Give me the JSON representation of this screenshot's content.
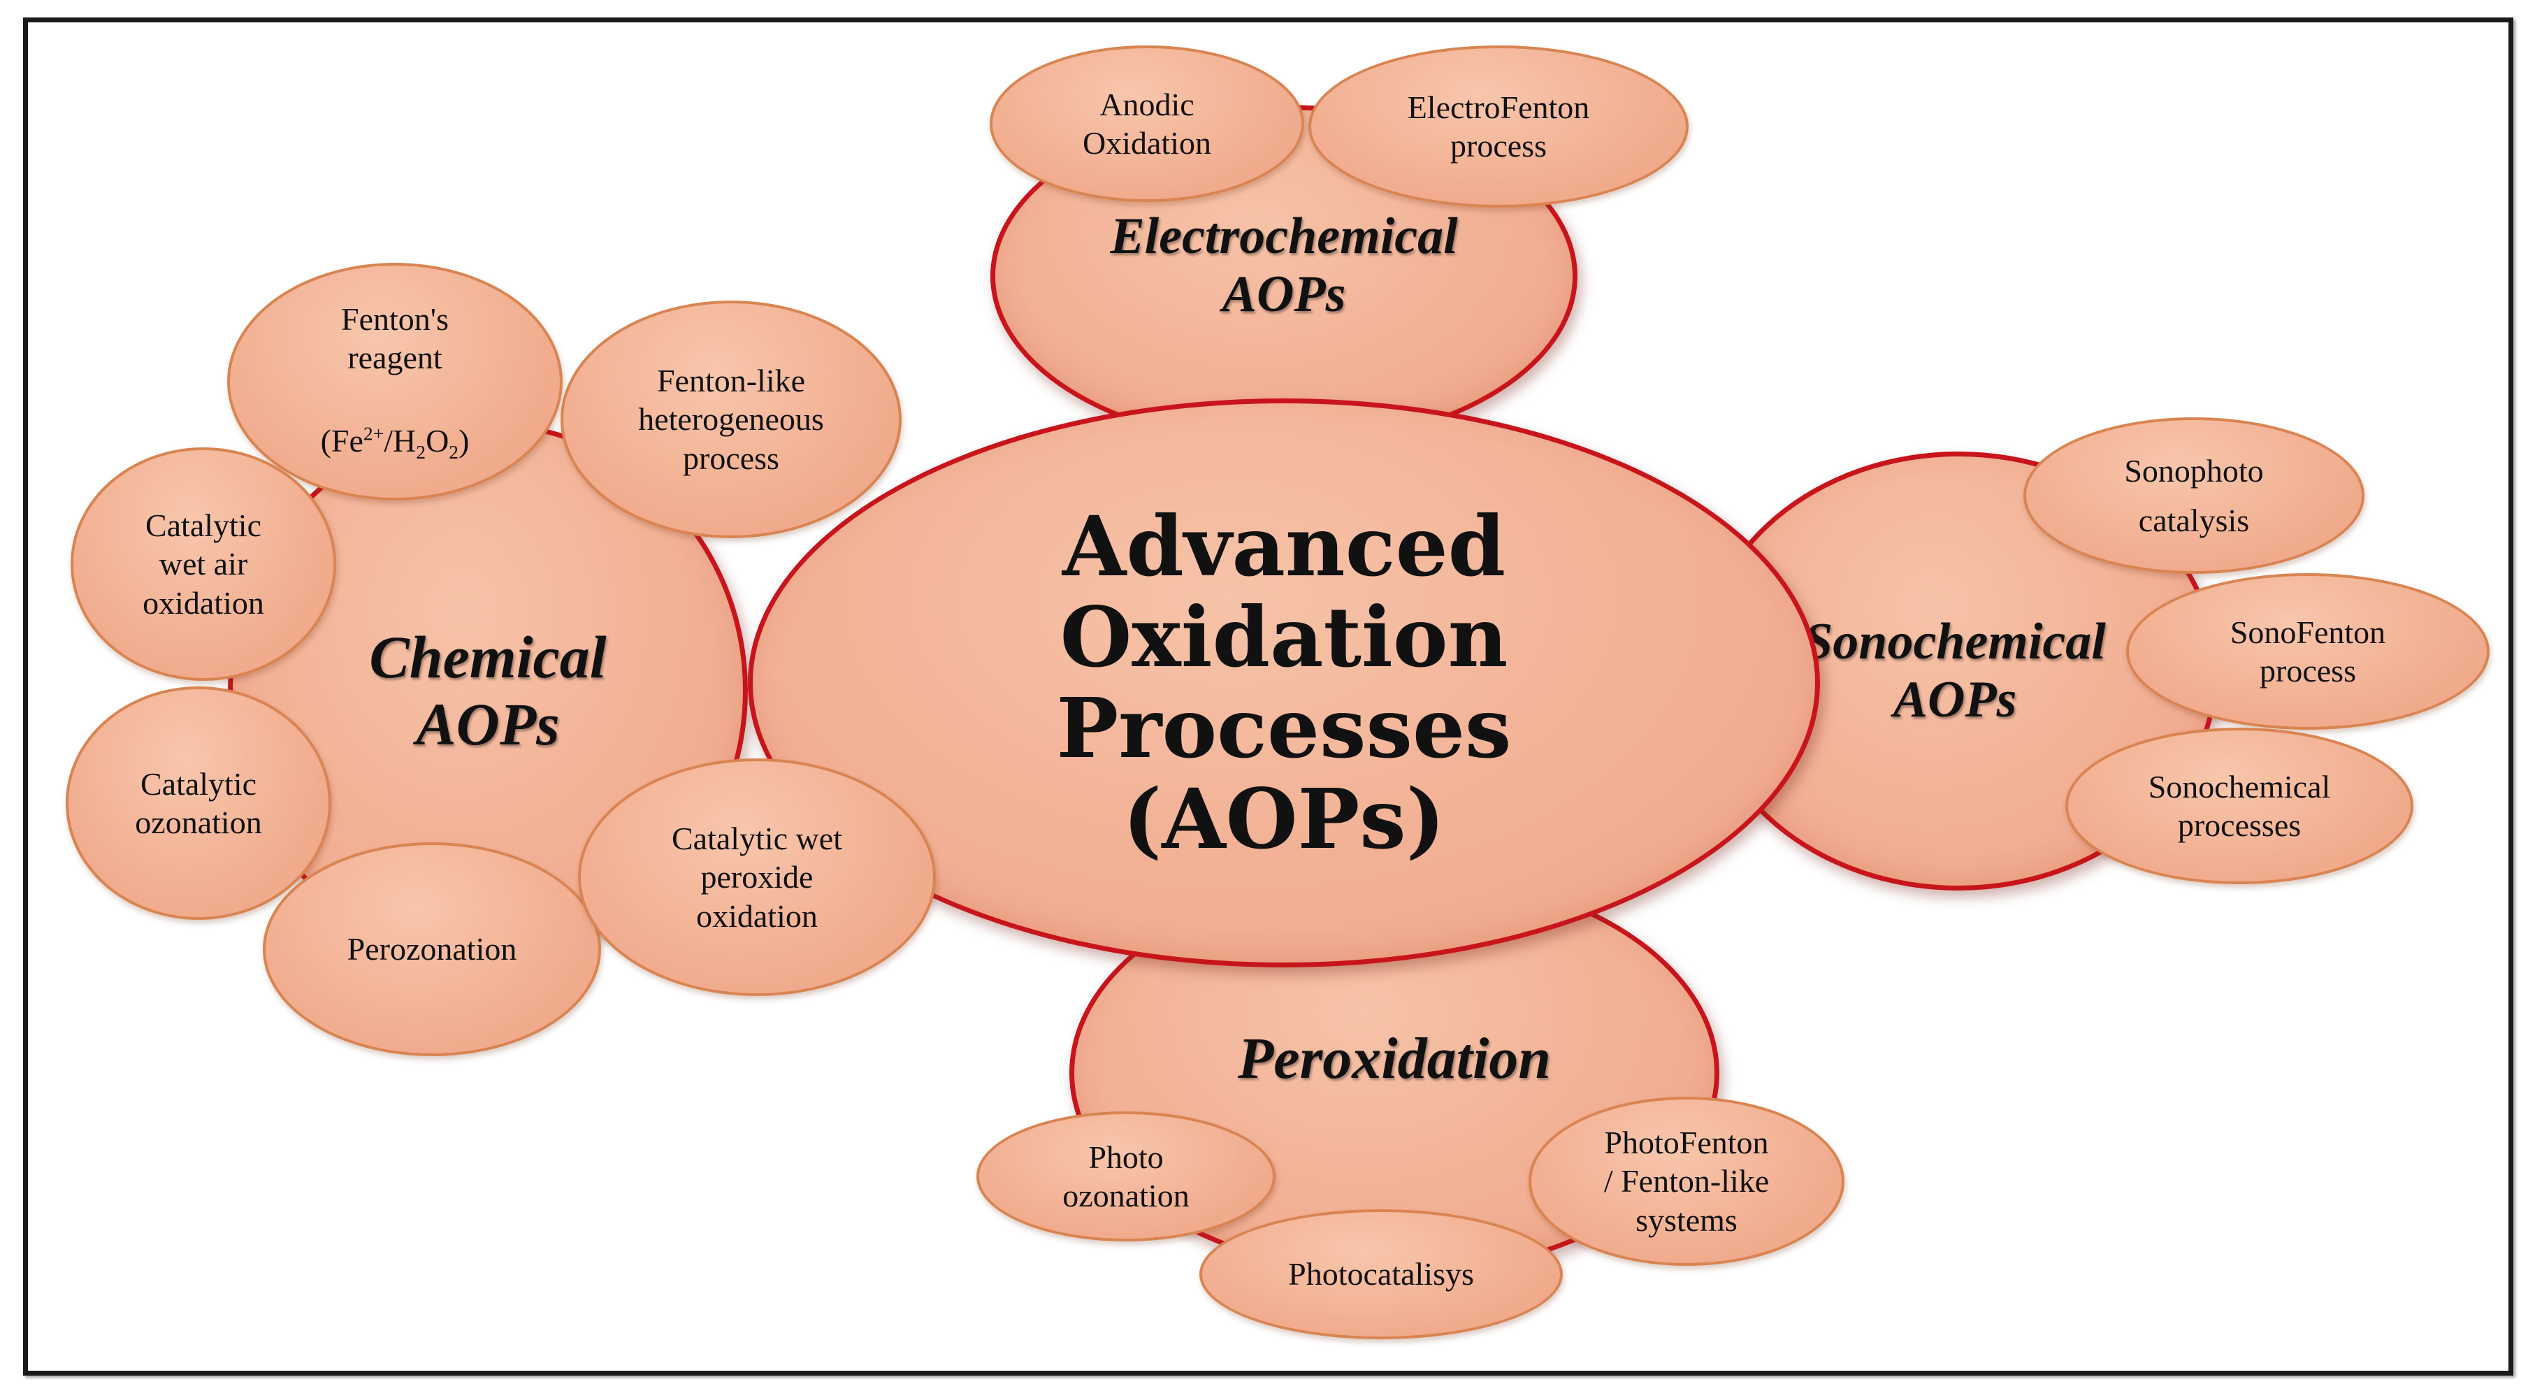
{
  "diagram": {
    "title": "Advanced\nOxidation\nProcesses\n(AOPs)",
    "colors": {
      "major_fill": "#f2b094",
      "major_border": "#c8141b",
      "minor_fill": "#f2af91",
      "minor_border": "#d98451",
      "frame": "#1a1a1a",
      "text": "#111111"
    },
    "categories": [
      {
        "label": "Electrochemical\nAOPs",
        "items": [
          "Anodic\nOxidation",
          "ElectroFenton\nprocess"
        ]
      },
      {
        "label": "Chemical\nAOPs",
        "items": [
          "Fenton's\nreagent",
          "Fe2+/H2O2",
          "Fenton-like\nheterogeneous\nprocess",
          "Catalytic\nwet air\noxidation",
          "Catalytic\nozonation",
          "Perozonation",
          "Catalytic wet\nperoxide\noxidation"
        ]
      },
      {
        "label": "Sonochemical\nAOPs",
        "items": [
          "Sonophoto\ncatalysis",
          "SonoFenton\nprocess",
          "Sonochemical\nprocesses"
        ]
      },
      {
        "label": "Peroxidation",
        "items": [
          "Photo\nozonation",
          "PhotoFenton\n/ Fenton-like\nsystems",
          "Photocatalisys"
        ]
      }
    ],
    "formula": {
      "open": "(Fe",
      "sup": "2+",
      "mid": "/H",
      "sub1": "2",
      "o": "O",
      "sub2": "2",
      "close": ")"
    }
  }
}
